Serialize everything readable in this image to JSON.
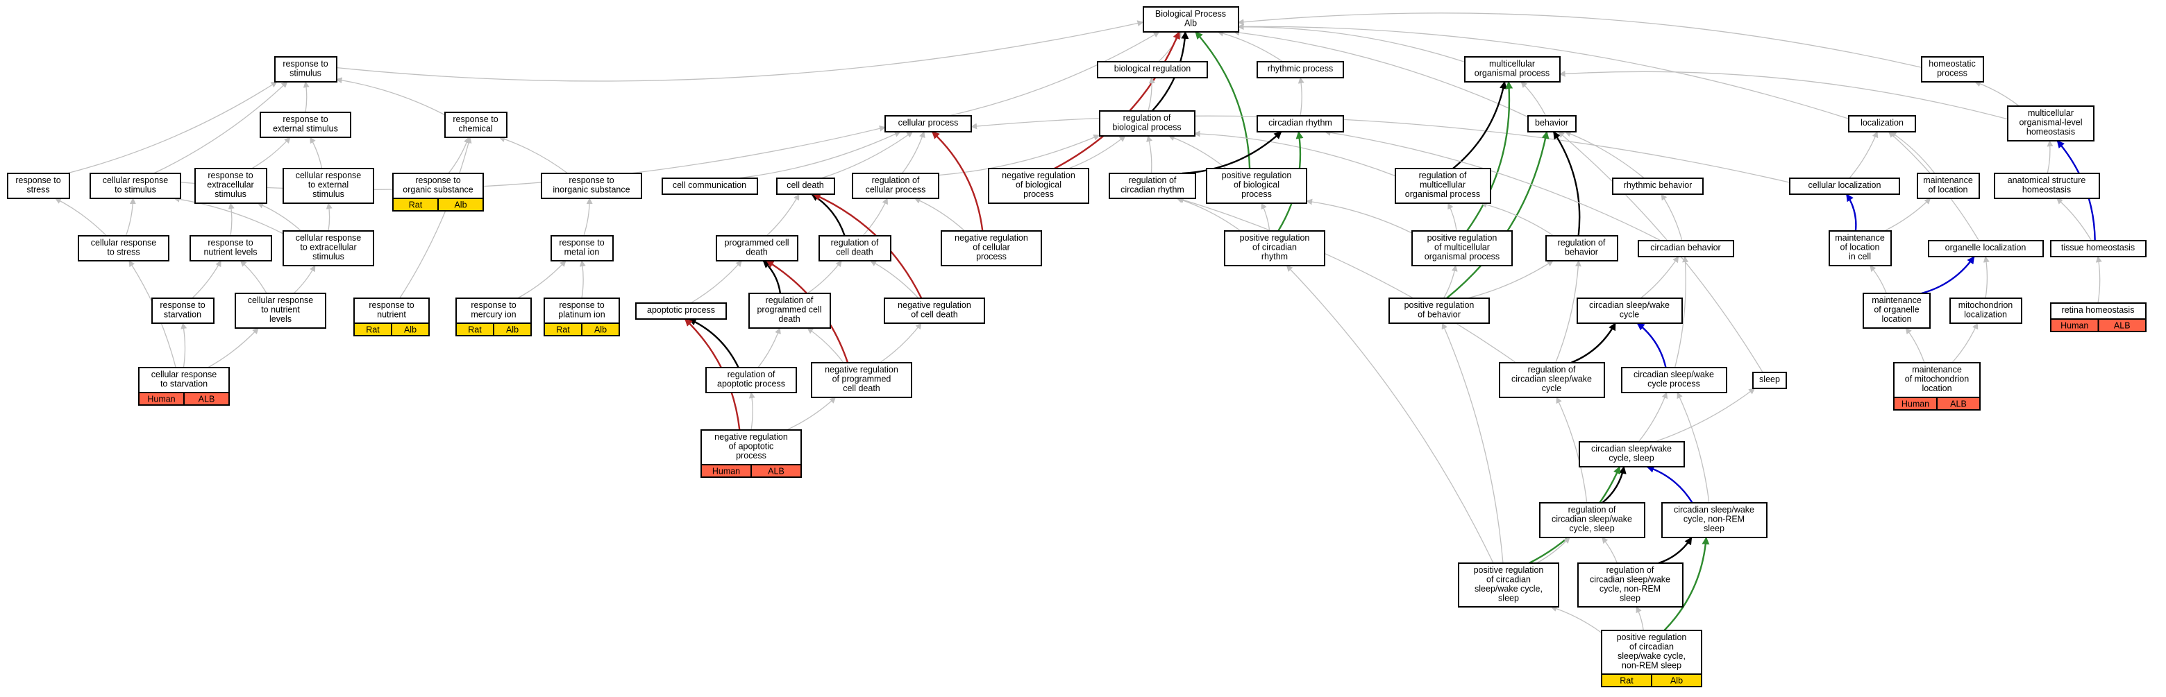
{
  "colors": {
    "is_a": "#c0c0c0",
    "part_of": "#000000",
    "negatively_regulates": "#b22222",
    "positively_regulates": "#2e8b2e",
    "regulates": "#0000cc",
    "tag_rat": "#ffd700",
    "tag_human": "#ff6347"
  },
  "nodes": [
    {
      "id": "bp",
      "lines": [
        "Biological Process",
        "Alb"
      ]
    },
    {
      "id": "rts",
      "lines": [
        "response to",
        "stimulus"
      ]
    },
    {
      "id": "breg",
      "lines": [
        "biological regulation"
      ]
    },
    {
      "id": "rhyp",
      "lines": [
        "rhythmic process"
      ]
    },
    {
      "id": "mop",
      "lines": [
        "multicellular",
        "organismal process"
      ]
    },
    {
      "id": "homp",
      "lines": [
        "homeostatic",
        "process"
      ]
    },
    {
      "id": "rtes",
      "lines": [
        "response to",
        "external stimulus"
      ]
    },
    {
      "id": "rtc",
      "lines": [
        "response to",
        "chemical"
      ]
    },
    {
      "id": "cp",
      "lines": [
        "cellular process"
      ]
    },
    {
      "id": "robp",
      "lines": [
        "regulation of",
        "biological process"
      ]
    },
    {
      "id": "cr",
      "lines": [
        "circadian rhythm"
      ]
    },
    {
      "id": "beh",
      "lines": [
        "behavior"
      ]
    },
    {
      "id": "loc",
      "lines": [
        "localization"
      ]
    },
    {
      "id": "mcoh",
      "lines": [
        "multicellular",
        "organismal-level",
        "homeostasis"
      ]
    },
    {
      "id": "rtstress",
      "lines": [
        "response to",
        "stress"
      ]
    },
    {
      "id": "crtstim",
      "lines": [
        "cellular response",
        "to stimulus"
      ]
    },
    {
      "id": "rtextra",
      "lines": [
        "response to",
        "extracellular",
        "stimulus"
      ]
    },
    {
      "id": "crtext",
      "lines": [
        "cellular response",
        "to external",
        "stimulus"
      ]
    },
    {
      "id": "rtorg",
      "lines": [
        "response to",
        "organic substance"
      ],
      "tags": [
        "Rat",
        "Alb"
      ]
    },
    {
      "id": "rtinorg",
      "lines": [
        "response to",
        "inorganic substance"
      ]
    },
    {
      "id": "ccomm",
      "lines": [
        "cell communication"
      ]
    },
    {
      "id": "cdeath",
      "lines": [
        "cell death"
      ]
    },
    {
      "id": "rocp",
      "lines": [
        "regulation of",
        "cellular process"
      ]
    },
    {
      "id": "nrbp",
      "lines": [
        "negative regulation",
        "of biological",
        "process"
      ]
    },
    {
      "id": "rocr",
      "lines": [
        "regulation of",
        "circadian rhythm"
      ]
    },
    {
      "id": "prbp",
      "lines": [
        "positive regulation",
        "of biological",
        "process"
      ]
    },
    {
      "id": "romop",
      "lines": [
        "regulation of",
        "multicellular",
        "organismal process"
      ]
    },
    {
      "id": "rbeh",
      "lines": [
        "rhythmic behavior"
      ]
    },
    {
      "id": "cloc",
      "lines": [
        "cellular localization"
      ]
    },
    {
      "id": "mol",
      "lines": [
        "maintenance",
        "of location"
      ]
    },
    {
      "id": "ash",
      "lines": [
        "anatomical structure",
        "homeostasis"
      ]
    },
    {
      "id": "crstress",
      "lines": [
        "cellular response",
        "to stress"
      ]
    },
    {
      "id": "rtnl",
      "lines": [
        "response to",
        "nutrient levels"
      ]
    },
    {
      "id": "crtextra",
      "lines": [
        "cellular response",
        "to extracellular",
        "stimulus"
      ]
    },
    {
      "id": "rtmi",
      "lines": [
        "response to",
        "metal ion"
      ]
    },
    {
      "id": "pcd",
      "lines": [
        "programmed cell",
        "death"
      ]
    },
    {
      "id": "rocd",
      "lines": [
        "regulation of",
        "cell death"
      ]
    },
    {
      "id": "nrcp",
      "lines": [
        "negative regulation",
        "of cellular",
        "process"
      ]
    },
    {
      "id": "prcr",
      "lines": [
        "positive regulation",
        "of circadian",
        "rhythm"
      ]
    },
    {
      "id": "prmop",
      "lines": [
        "positive regulation",
        "of multicellular",
        "organismal process"
      ]
    },
    {
      "id": "robeh",
      "lines": [
        "regulation of",
        "behavior"
      ]
    },
    {
      "id": "cbeh",
      "lines": [
        "circadian behavior"
      ]
    },
    {
      "id": "mlic",
      "lines": [
        "maintenance",
        "of location",
        "in cell"
      ]
    },
    {
      "id": "oloc",
      "lines": [
        "organelle localization"
      ]
    },
    {
      "id": "th",
      "lines": [
        "tissue homeostasis"
      ]
    },
    {
      "id": "rtstarv",
      "lines": [
        "response to",
        "starvation"
      ]
    },
    {
      "id": "crnl",
      "lines": [
        "cellular response",
        "to nutrient",
        "levels"
      ]
    },
    {
      "id": "rtnut",
      "lines": [
        "response to",
        "nutrient"
      ],
      "tags": [
        "Rat",
        "Alb"
      ]
    },
    {
      "id": "rtmerc",
      "lines": [
        "response to",
        "mercury ion"
      ],
      "tags": [
        "Rat",
        "Alb"
      ]
    },
    {
      "id": "rtplat",
      "lines": [
        "response to",
        "platinum ion"
      ],
      "tags": [
        "Rat",
        "Alb"
      ]
    },
    {
      "id": "apop",
      "lines": [
        "apoptotic process"
      ]
    },
    {
      "id": "ropcd",
      "lines": [
        "regulation of",
        "programmed cell",
        "death"
      ]
    },
    {
      "id": "nrcd",
      "lines": [
        "negative regulation",
        "of cell death"
      ]
    },
    {
      "id": "prbeh",
      "lines": [
        "positive regulation",
        "of behavior"
      ]
    },
    {
      "id": "cswc",
      "lines": [
        "circadian sleep/wake",
        "cycle"
      ]
    },
    {
      "id": "mool",
      "lines": [
        "maintenance",
        "of organelle",
        "location"
      ]
    },
    {
      "id": "mitl",
      "lines": [
        "mitochondrion",
        "localization"
      ]
    },
    {
      "id": "rh",
      "lines": [
        "retina homeostasis"
      ],
      "tags": [
        "Human",
        "ALB"
      ]
    },
    {
      "id": "crstarv",
      "lines": [
        "cellular response",
        "to starvation"
      ],
      "tags": [
        "Human",
        "ALB"
      ]
    },
    {
      "id": "roap",
      "lines": [
        "regulation of",
        "apoptotic process"
      ]
    },
    {
      "id": "nrpcd",
      "lines": [
        "negative regulation",
        "of programmed",
        "cell death"
      ]
    },
    {
      "id": "rocswc",
      "lines": [
        "regulation of",
        "circadian sleep/wake",
        "cycle"
      ]
    },
    {
      "id": "cswcp",
      "lines": [
        "circadian sleep/wake",
        "cycle process"
      ]
    },
    {
      "id": "sleep",
      "lines": [
        "sleep"
      ]
    },
    {
      "id": "momito",
      "lines": [
        "maintenance",
        "of mitochondrion",
        "location"
      ],
      "tags": [
        "Human",
        "ALB"
      ]
    },
    {
      "id": "nrap",
      "lines": [
        "negative regulation",
        "of apoptotic",
        "process"
      ],
      "tags": [
        "Human",
        "ALB"
      ]
    },
    {
      "id": "cswcs",
      "lines": [
        "circadian sleep/wake",
        "cycle, sleep"
      ]
    },
    {
      "id": "rocswcs",
      "lines": [
        "regulation of",
        "circadian sleep/wake",
        "cycle, sleep"
      ]
    },
    {
      "id": "cswcnr",
      "lines": [
        "circadian sleep/wake",
        "cycle, non-REM",
        "sleep"
      ]
    },
    {
      "id": "prcswcs",
      "lines": [
        "positive regulation",
        "of circadian",
        "sleep/wake cycle,",
        "sleep"
      ]
    },
    {
      "id": "rocswcnr",
      "lines": [
        "regulation of",
        "circadian sleep/wake",
        "cycle, non-REM",
        "sleep"
      ]
    },
    {
      "id": "prcswcnr",
      "lines": [
        "positive regulation",
        "of circadian",
        "sleep/wake cycle,",
        "non-REM sleep"
      ],
      "tags": [
        "Rat",
        "Alb"
      ]
    }
  ],
  "edges": [
    [
      "rts",
      "bp",
      "g"
    ],
    [
      "breg",
      "bp",
      "g"
    ],
    [
      "rhyp",
      "bp",
      "g"
    ],
    [
      "mop",
      "bp",
      "g"
    ],
    [
      "homp",
      "bp",
      "g"
    ],
    [
      "cp",
      "bp",
      "g"
    ],
    [
      "loc",
      "bp",
      "g"
    ],
    [
      "beh",
      "bp",
      "g"
    ],
    [
      "robp",
      "bp",
      "k"
    ],
    [
      "nrbp",
      "bp",
      "r"
    ],
    [
      "prbp",
      "bp",
      "G"
    ],
    [
      "robp",
      "breg",
      "g"
    ],
    [
      "cr",
      "rhyp",
      "g"
    ],
    [
      "rtes",
      "rts",
      "g"
    ],
    [
      "rtc",
      "rts",
      "g"
    ],
    [
      "crtstim",
      "rts",
      "g"
    ],
    [
      "rtstress",
      "rts",
      "g"
    ],
    [
      "rtextra",
      "rtes",
      "g"
    ],
    [
      "crtext",
      "rtes",
      "g"
    ],
    [
      "rtorg",
      "rtc",
      "g"
    ],
    [
      "rtinorg",
      "rtc",
      "g"
    ],
    [
      "rtnut",
      "rtc",
      "g"
    ],
    [
      "crtstim",
      "cp",
      "g"
    ],
    [
      "ccomm",
      "cp",
      "g"
    ],
    [
      "cdeath",
      "cp",
      "g"
    ],
    [
      "rocp",
      "cp",
      "g"
    ],
    [
      "cloc",
      "cp",
      "g"
    ],
    [
      "rocp",
      "robp",
      "g"
    ],
    [
      "nrbp",
      "robp",
      "g"
    ],
    [
      "prbp",
      "robp",
      "g"
    ],
    [
      "rocr",
      "robp",
      "g"
    ],
    [
      "romop",
      "robp",
      "g"
    ],
    [
      "rocr",
      "cr",
      "k"
    ],
    [
      "prcr",
      "cr",
      "G"
    ],
    [
      "romop",
      "mop",
      "k"
    ],
    [
      "prmop",
      "mop",
      "G"
    ],
    [
      "robeh",
      "beh",
      "k"
    ],
    [
      "prbeh",
      "beh",
      "G"
    ],
    [
      "beh",
      "mop",
      "g"
    ],
    [
      "mcoh",
      "homp",
      "g"
    ],
    [
      "mcoh",
      "mop",
      "g"
    ],
    [
      "rbeh",
      "beh",
      "g"
    ],
    [
      "cloc",
      "loc",
      "g"
    ],
    [
      "mol",
      "loc",
      "g"
    ],
    [
      "oloc",
      "loc",
      "g"
    ],
    [
      "ash",
      "mcoh",
      "g"
    ],
    [
      "th",
      "ash",
      "g"
    ],
    [
      "th",
      "mcoh",
      "b"
    ],
    [
      "rh",
      "th",
      "g"
    ],
    [
      "crstress",
      "rtstress",
      "g"
    ],
    [
      "crstress",
      "crtstim",
      "g"
    ],
    [
      "rtnl",
      "rtextra",
      "g"
    ],
    [
      "crtextra",
      "crtstim",
      "g"
    ],
    [
      "crtextra",
      "rtextra",
      "g"
    ],
    [
      "crtextra",
      "crtext",
      "g"
    ],
    [
      "rtmi",
      "rtinorg",
      "g"
    ],
    [
      "rtmerc",
      "rtmi",
      "g"
    ],
    [
      "rtplat",
      "rtmi",
      "g"
    ],
    [
      "rtstarv",
      "rtnl",
      "g"
    ],
    [
      "crnl",
      "rtnl",
      "g"
    ],
    [
      "crnl",
      "crtextra",
      "g"
    ],
    [
      "crstarv",
      "rtstarv",
      "g"
    ],
    [
      "crstarv",
      "crnl",
      "g"
    ],
    [
      "crstarv",
      "crstress",
      "g"
    ],
    [
      "pcd",
      "cdeath",
      "g"
    ],
    [
      "rocd",
      "cdeath",
      "k"
    ],
    [
      "rocd",
      "rocp",
      "g"
    ],
    [
      "nrcp",
      "rocp",
      "g"
    ],
    [
      "nrcp",
      "cp",
      "r"
    ],
    [
      "nrcd",
      "cdeath",
      "r"
    ],
    [
      "nrcd",
      "rocd",
      "g"
    ],
    [
      "apop",
      "pcd",
      "g"
    ],
    [
      "ropcd",
      "pcd",
      "k"
    ],
    [
      "ropcd",
      "rocd",
      "g"
    ],
    [
      "nrpcd",
      "ropcd",
      "g"
    ],
    [
      "nrpcd",
      "nrcd",
      "g"
    ],
    [
      "nrpcd",
      "pcd",
      "r"
    ],
    [
      "roap",
      "apop",
      "k"
    ],
    [
      "roap",
      "ropcd",
      "g"
    ],
    [
      "nrap",
      "roap",
      "g"
    ],
    [
      "nrap",
      "nrpcd",
      "g"
    ],
    [
      "nrap",
      "apop",
      "r"
    ],
    [
      "prcr",
      "rocr",
      "g"
    ],
    [
      "prcr",
      "prbp",
      "g"
    ],
    [
      "prmop",
      "romop",
      "g"
    ],
    [
      "prmop",
      "prbp",
      "g"
    ],
    [
      "cbeh",
      "rbeh",
      "g"
    ],
    [
      "cbeh",
      "cr",
      "g"
    ],
    [
      "robeh",
      "romop",
      "g"
    ],
    [
      "prbeh",
      "robeh",
      "g"
    ],
    [
      "prbeh",
      "prmop",
      "g"
    ],
    [
      "mlic",
      "cloc",
      "b"
    ],
    [
      "mlic",
      "mol",
      "g"
    ],
    [
      "mool",
      "oloc",
      "b"
    ],
    [
      "mool",
      "mlic",
      "g"
    ],
    [
      "mitl",
      "oloc",
      "g"
    ],
    [
      "momito",
      "mool",
      "g"
    ],
    [
      "momito",
      "mitl",
      "g"
    ],
    [
      "cswc",
      "cbeh",
      "g"
    ],
    [
      "rocswc",
      "cswc",
      "k"
    ],
    [
      "rocswc",
      "robeh",
      "g"
    ],
    [
      "rocswc",
      "rocr",
      "g"
    ],
    [
      "cswcp",
      "cswc",
      "b"
    ],
    [
      "cswcp",
      "cbeh",
      "g"
    ],
    [
      "cswcs",
      "cswcp",
      "g"
    ],
    [
      "cswcs",
      "sleep",
      "g"
    ],
    [
      "sleep",
      "beh",
      "g"
    ],
    [
      "rocswcs",
      "cswcs",
      "k"
    ],
    [
      "rocswcs",
      "rocswc",
      "g"
    ],
    [
      "cswcnr",
      "cswcs",
      "b"
    ],
    [
      "cswcnr",
      "cswcp",
      "g"
    ],
    [
      "prcswcs",
      "cswcs",
      "G"
    ],
    [
      "prcswcs",
      "rocswcs",
      "g"
    ],
    [
      "prcswcs",
      "prbeh",
      "g"
    ],
    [
      "prcswcs",
      "prcr",
      "g"
    ],
    [
      "rocswcnr",
      "cswcnr",
      "k"
    ],
    [
      "rocswcnr",
      "rocswcs",
      "g"
    ],
    [
      "prcswcnr",
      "cswcnr",
      "G"
    ],
    [
      "prcswcnr",
      "rocswcnr",
      "g"
    ],
    [
      "prcswcnr",
      "prcswcs",
      "g"
    ]
  ]
}
